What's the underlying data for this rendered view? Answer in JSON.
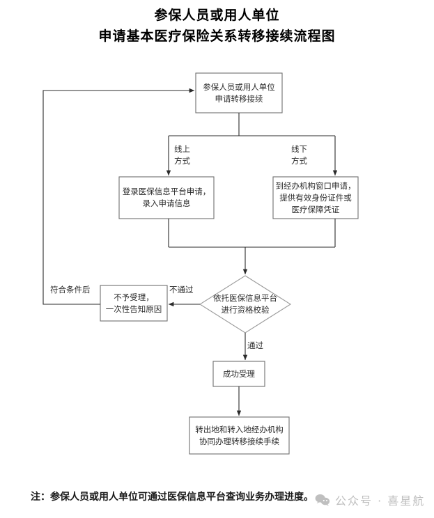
{
  "document": {
    "title_line_1": "参保人员或用人单位",
    "title_line_2": "申请基本医疗保险关系转移接续流程图"
  },
  "nodes": {
    "start": {
      "name": "start-box",
      "shape": "rect",
      "lines": [
        "参保人员或用人单位",
        "申请转移接续"
      ]
    },
    "online": {
      "name": "online-method-box",
      "shape": "rect",
      "lines": [
        "登录医保信息平台申请，",
        "录入申请信息"
      ]
    },
    "offline": {
      "name": "offline-method-box",
      "shape": "rect",
      "lines": [
        "到经办机构窗口申请，",
        "提供有效身份证件或",
        "医疗保障凭证"
      ]
    },
    "verify": {
      "name": "verification-diamond",
      "shape": "diamond",
      "lines": [
        "依托医保信息平台",
        "进行资格校验"
      ]
    },
    "reject": {
      "name": "reject-box",
      "shape": "rect",
      "lines": [
        "不予受理，",
        "一次性告知原因"
      ]
    },
    "accept": {
      "name": "accept-box",
      "shape": "rect",
      "lines": [
        "成功受理"
      ]
    },
    "transfer": {
      "name": "transfer-box",
      "shape": "rect",
      "lines": [
        "转出地和转入地经办机构",
        "协同办理转移接续手续"
      ]
    }
  },
  "edge_labels": {
    "online_branch": [
      "线上",
      "方式"
    ],
    "offline_branch": [
      "线下",
      "方式"
    ],
    "fail": [
      "不通过"
    ],
    "pass": [
      "通过"
    ],
    "loopback": [
      "符合条件后"
    ]
  },
  "footer": {
    "note": "注：参保人员或用人单位可通过医保信息平台查询业务办理进度。",
    "watermark_text": "公众号 · 喜星航",
    "watermark_icon": "wechat-icon"
  },
  "colors": {
    "background": "#ffffff",
    "text": "#1a1a1a",
    "box_border": "#6e6e6e",
    "diamond_border": "#9a9a9a",
    "edge": "#2b2b2b",
    "watermark": "#bfbfbf"
  }
}
